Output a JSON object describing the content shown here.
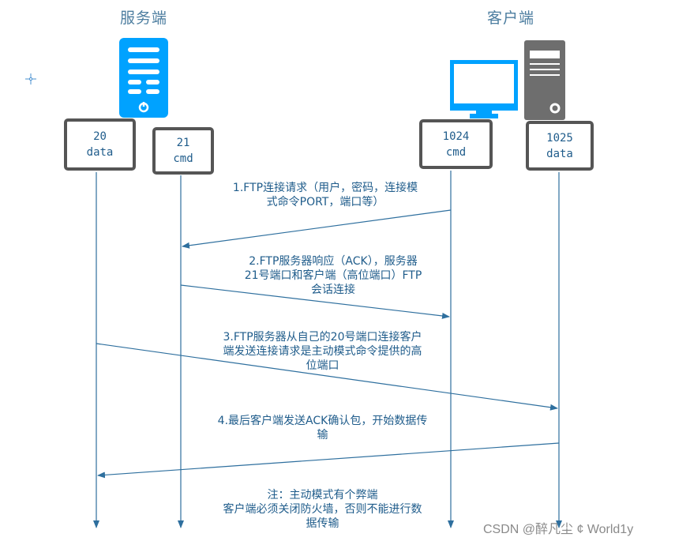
{
  "diagram": {
    "server_title": "服务端",
    "client_title": "客户端",
    "server_ports": [
      {
        "port": "20",
        "role": "data"
      },
      {
        "port": "21",
        "role": "cmd"
      }
    ],
    "client_ports": [
      {
        "port": "1024",
        "role": "cmd"
      },
      {
        "port": "1025",
        "role": "data"
      }
    ],
    "icons": {
      "server": "server-tower-icon",
      "client_monitor": "monitor-icon",
      "client_tower": "pc-tower-icon",
      "crosshair": "crosshair-icon"
    },
    "colors": {
      "line": "#2e6f9e",
      "text": "#1f5c8b",
      "title": "#4d7ea0",
      "server_icon": "#00a2ff",
      "monitor_icon": "#00a2ff",
      "tower_icon": "#6e6e6e",
      "box_border": "#555555"
    },
    "messages": [
      {
        "step": 1,
        "from": "1024 cmd",
        "to": "21 cmd",
        "lines": [
          "1.FTP连接请求（用户，密码，连接模",
          "式命令PORT，端口等）"
        ]
      },
      {
        "step": 2,
        "from": "21 cmd",
        "to": "1024 cmd",
        "lines": [
          "2.FTP服务器响应（ACK），服务器",
          "21号端口和客户端（高位端口）FTP",
          "会话连接"
        ]
      },
      {
        "step": 3,
        "from": "20 data",
        "to": "1025 data",
        "lines": [
          "3.FTP服务器从自己的20号端口连接客户",
          "端发送连接请求是主动模式命令提供的高",
          "位端口"
        ]
      },
      {
        "step": 4,
        "from": "1025 data",
        "to": "20 data",
        "lines": [
          "4.最后客户端发送ACK确认包，开始数据传",
          "输"
        ]
      }
    ],
    "note": {
      "lines": [
        "注：主动模式有个弊端",
        "客户端必须关闭防火墙，否则不能进行数",
        "据传输"
      ]
    }
  },
  "watermark": "CSDN @醉凡尘 ¢  World1y"
}
